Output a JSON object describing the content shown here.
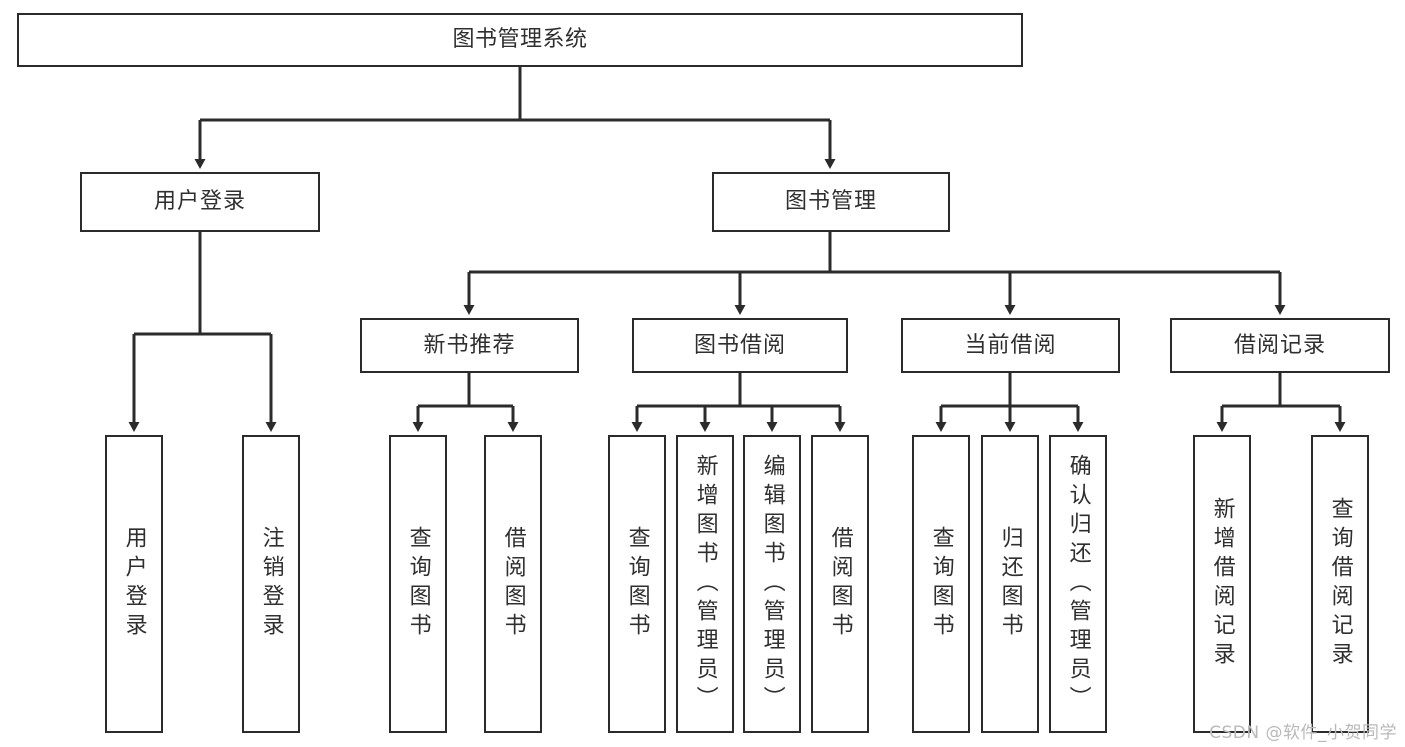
{
  "diagram": {
    "type": "tree",
    "title": "图书管理系统",
    "orientation": "top-down",
    "colors": {
      "box_border": "#2b2b2b",
      "box_fill": "#ffffff",
      "edge": "#3a3a3a",
      "text": "#2f2f2f",
      "watermark": "#b9b9b9",
      "background": "#ffffff"
    },
    "nodes": {
      "root": {
        "label": "图书管理系统"
      },
      "level2": [
        {
          "id": "user_login",
          "label": "用户登录"
        },
        {
          "id": "book_manage",
          "label": "图书管理"
        }
      ],
      "level3": [
        {
          "id": "new_book_rec",
          "label": "新书推荐"
        },
        {
          "id": "book_borrow",
          "label": "图书借阅"
        },
        {
          "id": "current_borrow",
          "label": "当前借阅"
        },
        {
          "id": "borrow_record",
          "label": "借阅记录"
        }
      ],
      "leaves": {
        "user_login": [
          {
            "id": "leaf_user_login",
            "label": "用户登录"
          },
          {
            "id": "leaf_logout",
            "label": "注销登录"
          }
        ],
        "new_book_rec": [
          {
            "id": "leaf_query_book_1",
            "label": "查询图书"
          },
          {
            "id": "leaf_borrow_book_1",
            "label": "借阅图书"
          }
        ],
        "book_borrow": [
          {
            "id": "leaf_query_book_2",
            "label": "查询图书"
          },
          {
            "id": "leaf_add_book",
            "label": "新增图书（管理员）"
          },
          {
            "id": "leaf_edit_book",
            "label": "编辑图书（管理员）"
          },
          {
            "id": "leaf_borrow_book_2",
            "label": "借阅图书"
          }
        ],
        "current_borrow": [
          {
            "id": "leaf_query_book_3",
            "label": "查询图书"
          },
          {
            "id": "leaf_return_book",
            "label": "归还图书"
          },
          {
            "id": "leaf_confirm_return",
            "label": "确认归还（管理员）"
          }
        ],
        "borrow_record": [
          {
            "id": "leaf_add_record",
            "label": "新增借阅记录"
          },
          {
            "id": "leaf_query_record",
            "label": "查询借阅记录"
          }
        ]
      }
    },
    "watermark": "CSDN @软件_小贺同学"
  }
}
